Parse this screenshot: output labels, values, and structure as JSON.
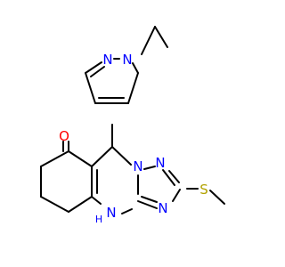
{
  "molecule": {
    "atom_labels": {
      "n_pyrazole_2": "N",
      "n_pyrazole_1": "N",
      "oxygen": "O",
      "n_triazole_1": "N",
      "n_triazole_2": "N",
      "n_triazole_3": "N",
      "sulfur": "S",
      "nh_n": "N",
      "nh_h": "H"
    },
    "colors": {
      "bond": "#000000",
      "nitrogen": "#0000ff",
      "oxygen": "#ff0000",
      "sulfur": "#b2a200"
    }
  }
}
